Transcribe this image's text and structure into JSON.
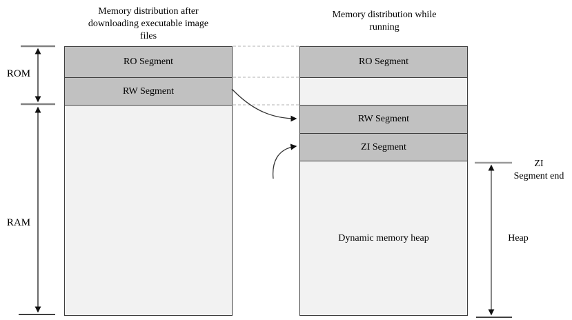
{
  "left_panel": {
    "title": "Memory distribution after downloading executable image files",
    "rom_label": "ROM",
    "ram_label": "RAM",
    "segments": [
      {
        "label": "RO Segment"
      },
      {
        "label": "RW Segment"
      },
      {
        "label": ""
      }
    ]
  },
  "right_panel": {
    "title": "Memory distribution while running",
    "segments": [
      {
        "label": "RO Segment"
      },
      {
        "label": ""
      },
      {
        "label": "RW Segment"
      },
      {
        "label": "ZI Segment"
      },
      {
        "label": "Dynamic memory heap"
      }
    ],
    "zi_end_label": "ZI\nSegment end",
    "heap_label": "Heap"
  },
  "colors": {
    "segment_dark": "#c1c1c1",
    "segment_light": "#f2f2f2",
    "border": "#3f3f3f",
    "dashed_line": "#cccccc",
    "arrow": "#333333",
    "tick_gray": "#808080"
  }
}
